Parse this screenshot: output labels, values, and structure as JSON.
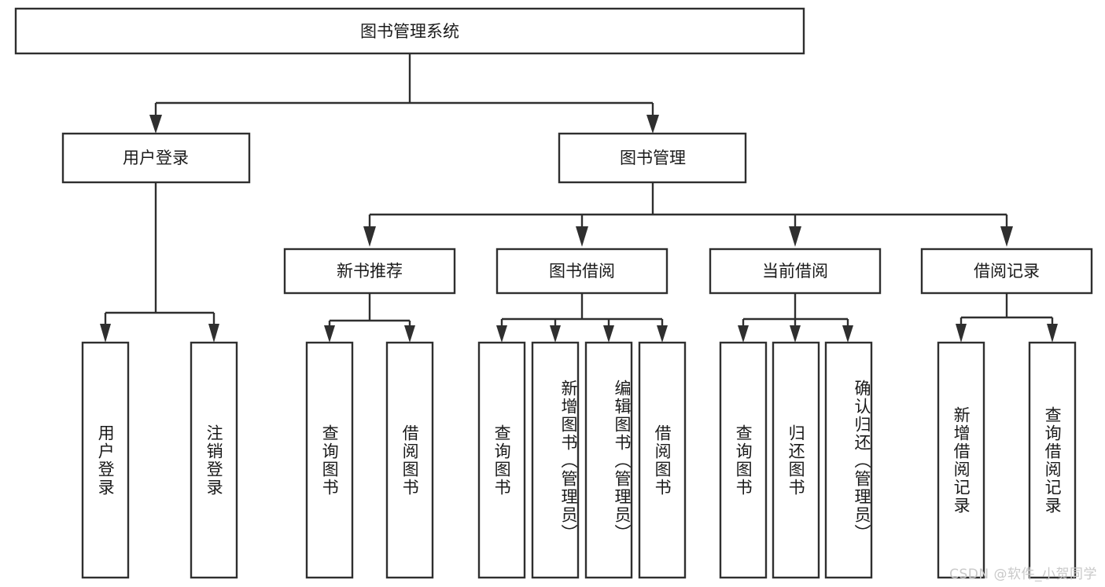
{
  "diagram": {
    "type": "tree-hierarchy",
    "title": "图书管理系统",
    "orientation": "top-down",
    "colors": {
      "box_stroke": "#2f2f2f",
      "box_fill": "#ffffff",
      "connector": "#2f2f2f",
      "text": "#1a1a1a",
      "watermark": "#c9c9c9"
    },
    "levels": [
      {
        "level": 1,
        "nodes": [
          {
            "id": "root",
            "label": "图书管理系统",
            "orientation": "horizontal"
          }
        ]
      },
      {
        "level": 2,
        "nodes": [
          {
            "id": "user-login",
            "label": "用户登录",
            "orientation": "horizontal",
            "parent": "root"
          },
          {
            "id": "book-manage",
            "label": "图书管理",
            "orientation": "horizontal",
            "parent": "root"
          }
        ]
      },
      {
        "level": 3,
        "nodes": [
          {
            "id": "new-book-rec",
            "label": "新书推荐",
            "orientation": "horizontal",
            "parent": "book-manage"
          },
          {
            "id": "book-borrow",
            "label": "图书借阅",
            "orientation": "horizontal",
            "parent": "book-manage"
          },
          {
            "id": "current-borrow",
            "label": "当前借阅",
            "orientation": "horizontal",
            "parent": "book-manage"
          },
          {
            "id": "borrow-record",
            "label": "借阅记录",
            "orientation": "horizontal",
            "parent": "book-manage"
          }
        ]
      },
      {
        "level": 4,
        "nodes": [
          {
            "id": "leaf-user-login",
            "label": "用户登录",
            "orientation": "vertical",
            "parent": "user-login"
          },
          {
            "id": "leaf-user-logout",
            "label": "注销登录",
            "orientation": "vertical",
            "parent": "user-login"
          },
          {
            "id": "leaf-rec-query",
            "label": "查询图书",
            "orientation": "vertical",
            "parent": "new-book-rec"
          },
          {
            "id": "leaf-rec-borrow",
            "label": "借阅图书",
            "orientation": "vertical",
            "parent": "new-book-rec"
          },
          {
            "id": "leaf-borrow-query",
            "label": "查询图书",
            "orientation": "vertical",
            "parent": "book-borrow"
          },
          {
            "id": "leaf-borrow-add",
            "label": "新增图书（管理员）",
            "orientation": "vertical",
            "parent": "book-borrow"
          },
          {
            "id": "leaf-borrow-edit",
            "label": "编辑图书（管理员）",
            "orientation": "vertical",
            "parent": "book-borrow"
          },
          {
            "id": "leaf-borrow-lend",
            "label": "借阅图书",
            "orientation": "vertical",
            "parent": "book-borrow"
          },
          {
            "id": "leaf-cur-query",
            "label": "查询图书",
            "orientation": "vertical",
            "parent": "current-borrow"
          },
          {
            "id": "leaf-cur-return",
            "label": "归还图书",
            "orientation": "vertical",
            "parent": "current-borrow"
          },
          {
            "id": "leaf-cur-confirm",
            "label": "确认归还（管理员）",
            "orientation": "vertical",
            "parent": "current-borrow"
          },
          {
            "id": "leaf-rec-add",
            "label": "新增借阅记录",
            "orientation": "vertical",
            "parent": "borrow-record"
          },
          {
            "id": "leaf-rec-search",
            "label": "查询借阅记录",
            "orientation": "vertical",
            "parent": "borrow-record"
          }
        ]
      }
    ]
  },
  "watermark": {
    "text": "CSDN @软件_小贺同学"
  }
}
